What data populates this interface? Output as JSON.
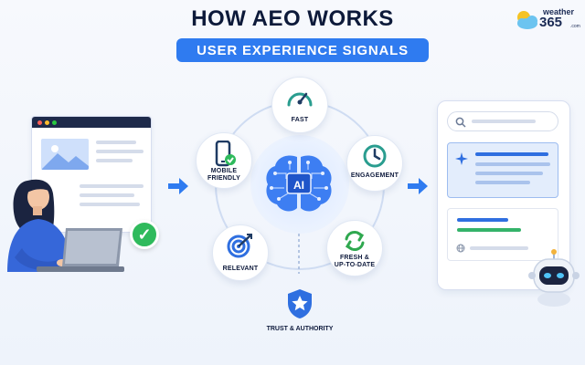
{
  "header": {
    "title": "HOW AEO WORKS",
    "subtitle": "USER EXPERIENCE SIGNALS"
  },
  "logo": {
    "word_top": "weather",
    "word_main": "365",
    "word_suffix": ".com",
    "icon": "sun-cloud-icon"
  },
  "center": {
    "core_label": "AI",
    "core_icon": "brain-chip-icon"
  },
  "signals": [
    {
      "label": "FAST",
      "icon": "speedometer-icon"
    },
    {
      "label": "ENGAGEMENT",
      "icon": "clock-icon"
    },
    {
      "label": "FRESH &\nUP-TO-DATE",
      "icon": "refresh-icon"
    },
    {
      "label": "RELEVANT",
      "icon": "target-icon"
    },
    {
      "label": "MOBILE\nFRIENDLY",
      "icon": "mobile-check-icon"
    }
  ],
  "trust": {
    "label": "TRUST & AUTHORITY",
    "icon": "shield-star-icon"
  },
  "colors": {
    "accent": "#2f7bf0",
    "title": "#0d1a3a",
    "success": "#2fba5c",
    "ring": "#cfdcf2"
  }
}
